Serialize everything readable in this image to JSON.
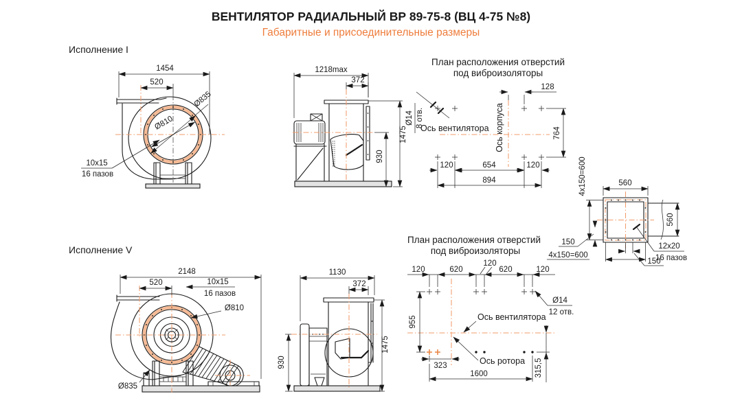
{
  "header": {
    "title": "ВЕНТИЛЯТОР РАДИАЛЬНЫЙ ВР 89-75-8 (ВЦ 4-75 №8)",
    "subtitle": "Габаритные и присоединительные размеры"
  },
  "colors": {
    "accent": "#EE7D3C",
    "centerline": "#F29C6B",
    "line": "#1a1a1a"
  },
  "exec1": {
    "label": "Исполнение I",
    "front": {
      "dim_width": "1454",
      "dim_inlet_offset": "520",
      "dia_outer": "Ø835",
      "dia_inner": "Ø810",
      "slots": "10x15",
      "slots_count": "16 пазов"
    },
    "side": {
      "dim_width": "1218max",
      "dim_outlet": "372",
      "dim_height": "1475",
      "dim_axis_height": "930"
    },
    "plan": {
      "title_line1": "План расположения отверстий",
      "title_line2": "под виброизоляторы",
      "dim_128": "128",
      "hole_dia": "Ø14",
      "hole_count": "8 отв.",
      "axis_fan": "Ось вентилятора",
      "axis_body": "Ось корпуса",
      "dim_764": "764",
      "dim_120a": "120",
      "dim_654": "654",
      "dim_120b": "120",
      "dim_894": "894"
    }
  },
  "flange": {
    "dim_top": "560",
    "dim_side": "560",
    "pitch_left": "4x150=600",
    "offset_left": "150",
    "pitch_bottom": "4x150=600",
    "offset_bottom": "150",
    "slots": "12x20",
    "slots_count": "16 пазов"
  },
  "exec5": {
    "label": "Исполнение V",
    "front": {
      "dim_width": "2148",
      "dim_inlet_offset": "520",
      "slots": "10x15",
      "slots_count": "16 пазов",
      "dia_inner": "Ø810",
      "dia_outer": "Ø835"
    },
    "side": {
      "dim_width": "1130",
      "dim_outlet": "372",
      "dim_height": "1475",
      "dim_axis_height": "930"
    },
    "plan": {
      "title_line1": "План расположения отверстий",
      "title_line2": "под виброизоляторы",
      "dim_120a": "120",
      "dim_620a": "620",
      "dim_120b": "120",
      "dim_620b": "620",
      "dim_120c": "120",
      "hole_dia": "Ø14",
      "hole_count": "12 отв.",
      "axis_fan": "Ось вентилятора",
      "axis_rotor": "Ось ротора",
      "dim_955": "955",
      "dim_323": "323",
      "dim_1600": "1600",
      "dim_3155": "315,5"
    }
  }
}
